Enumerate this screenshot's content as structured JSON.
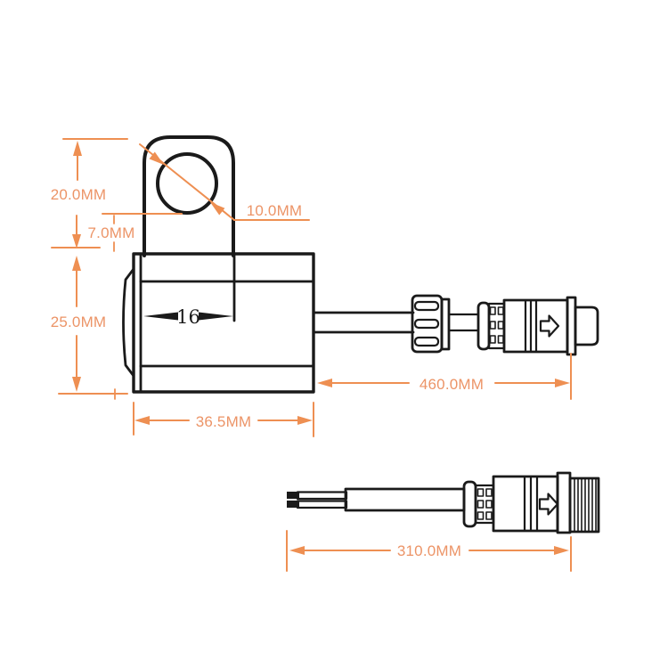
{
  "colors": {
    "accent": "#EE8F52",
    "accent_text": "#EC9467",
    "line": "#1A1A1A",
    "background": "#FFFFFF"
  },
  "labels": {
    "bracket_height": "20.0MM",
    "hole_diameter": "10.0MM",
    "bracket_offset": "7.0MM",
    "body_height": "25.0MM",
    "hole_center_offset": "16",
    "upper_cable_length": "460.0MM",
    "body_width": "36.5MM",
    "lower_cable_length": "310.0MM"
  }
}
